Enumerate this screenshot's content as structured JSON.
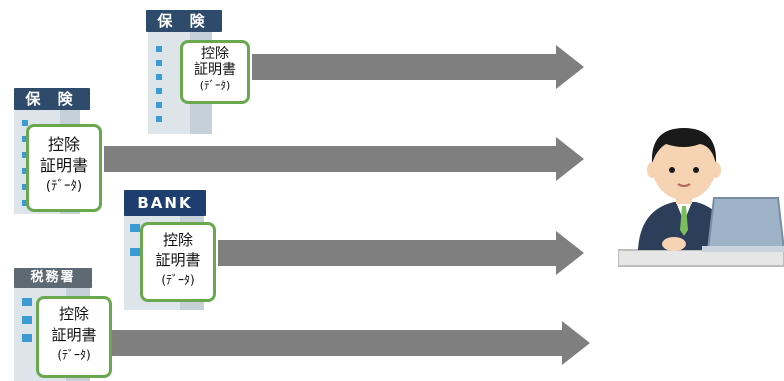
{
  "sources": [
    {
      "id": "insurance-1",
      "sign": "保 険",
      "card": {
        "line1": "控除",
        "line2": "証明書",
        "line3": "(ﾃﾞｰﾀ)"
      }
    },
    {
      "id": "insurance-2",
      "sign": "保 険",
      "card": {
        "line1": "控除",
        "line2": "証明書",
        "line3": "(ﾃﾞｰﾀ)"
      }
    },
    {
      "id": "bank",
      "sign": "BANK",
      "card": {
        "line1": "控除",
        "line2": "証明書",
        "line3": "(ﾃﾞｰﾀ)"
      }
    },
    {
      "id": "tax-office",
      "sign": "税務署",
      "card": {
        "line1": "控除",
        "line2": "証明書",
        "line3": "(ﾃﾞｰﾀ)"
      }
    }
  ],
  "colors": {
    "arrow": "#7f7f7f",
    "card_border": "#6aa84f",
    "suit": "#2c3e5a",
    "hair": "#1a1a1a",
    "skin": "#f6d3b3",
    "laptop": "#9fb3c8"
  }
}
